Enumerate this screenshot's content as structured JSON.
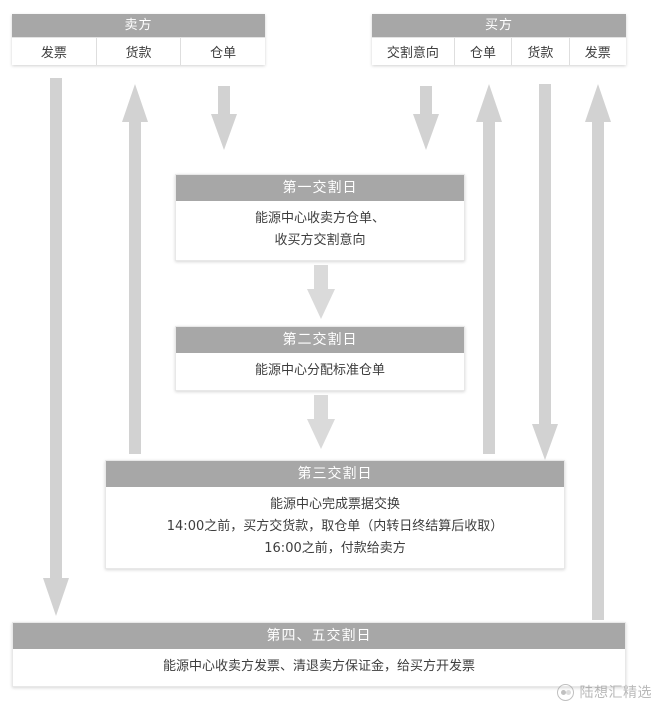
{
  "parties": [
    {
      "name": "seller",
      "title": "卖方",
      "cells": [
        "发票",
        "货款",
        "仓单"
      ]
    },
    {
      "name": "buyer",
      "title": "买方",
      "cells": [
        "交割意向",
        "仓单",
        "货款",
        "发票"
      ]
    }
  ],
  "stages": [
    {
      "key": "day1",
      "title": "第一交割日",
      "lines": [
        "能源中心收卖方仓单、",
        "收买方交割意向"
      ]
    },
    {
      "key": "day2",
      "title": "第二交割日",
      "lines": [
        "能源中心分配标准仓单"
      ]
    },
    {
      "key": "day3",
      "title": "第三交割日",
      "lines": [
        "能源中心完成票据交换",
        "14:00之前，买方交货款，取仓单（内转日终结算后收取）",
        "16:00之前，付款给卖方"
      ]
    },
    {
      "key": "day45",
      "title": "第四、五交割日",
      "lines": [
        "能源中心收卖方发票、清退卖方保证金，给买方开发票"
      ]
    }
  ],
  "watermark": {
    "text": "陆想汇精选",
    "icon": "chat-bubbles-icon"
  },
  "colors": {
    "header_gray": "#a7a7a7",
    "arrow_gray": "#d2d2d2",
    "body_white": "#ffffff",
    "text_dark": "#3d3d3d"
  }
}
